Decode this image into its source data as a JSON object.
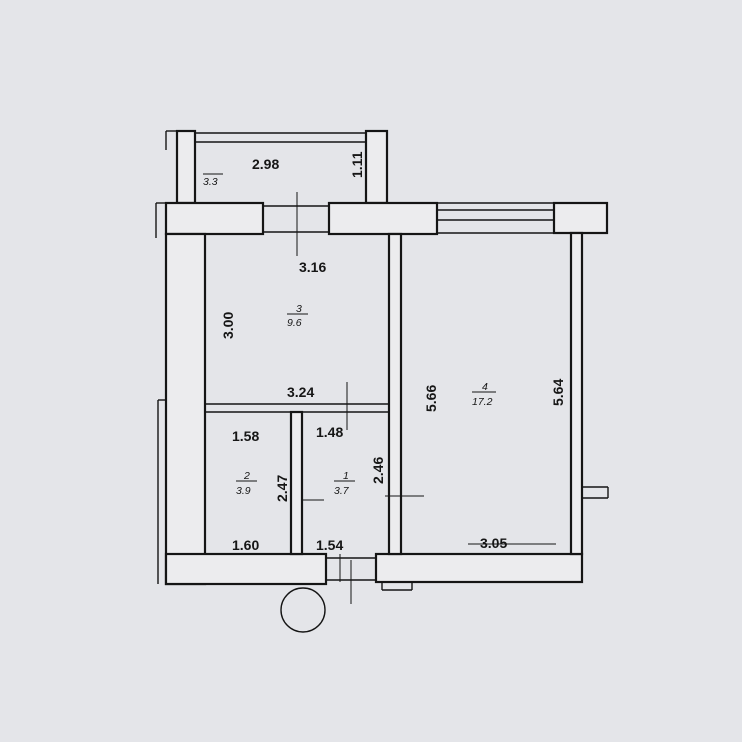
{
  "dimensions": {
    "balcony_width": "2.98",
    "balcony_depth": "1.11",
    "room3_top": "3.16",
    "room3_side": "3.00",
    "room3_bottom": "3.24",
    "bath_top": "1.58",
    "bath_side": "2.47",
    "bath_bottom": "1.60",
    "wc_top": "1.48",
    "wc_side": "2.46",
    "wc_bottom": "1.54",
    "room4_left": "5.66",
    "room4_right": "5.64",
    "room4_bottom": "3.05"
  },
  "rooms": {
    "balcony": {
      "area": "3.3"
    },
    "room3": {
      "number": "3",
      "area": "9.6"
    },
    "room2": {
      "number": "2",
      "area": "3.9"
    },
    "room1": {
      "number": "1",
      "area": "3.7"
    },
    "room4": {
      "number": "4",
      "area": "17.2"
    }
  }
}
